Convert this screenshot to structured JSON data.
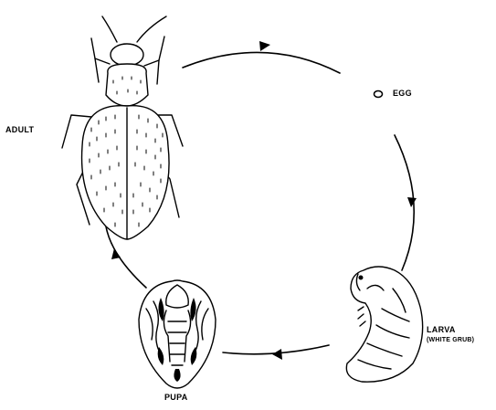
{
  "stages": {
    "adult": {
      "label": "ADULT"
    },
    "egg": {
      "label": "EGG"
    },
    "larva": {
      "label": "LARVA",
      "sublabel": "(WHITE GRUB)"
    },
    "pupa": {
      "label": "PUPA"
    }
  },
  "colors": {
    "ink": "#000000",
    "background": "#ffffff"
  }
}
